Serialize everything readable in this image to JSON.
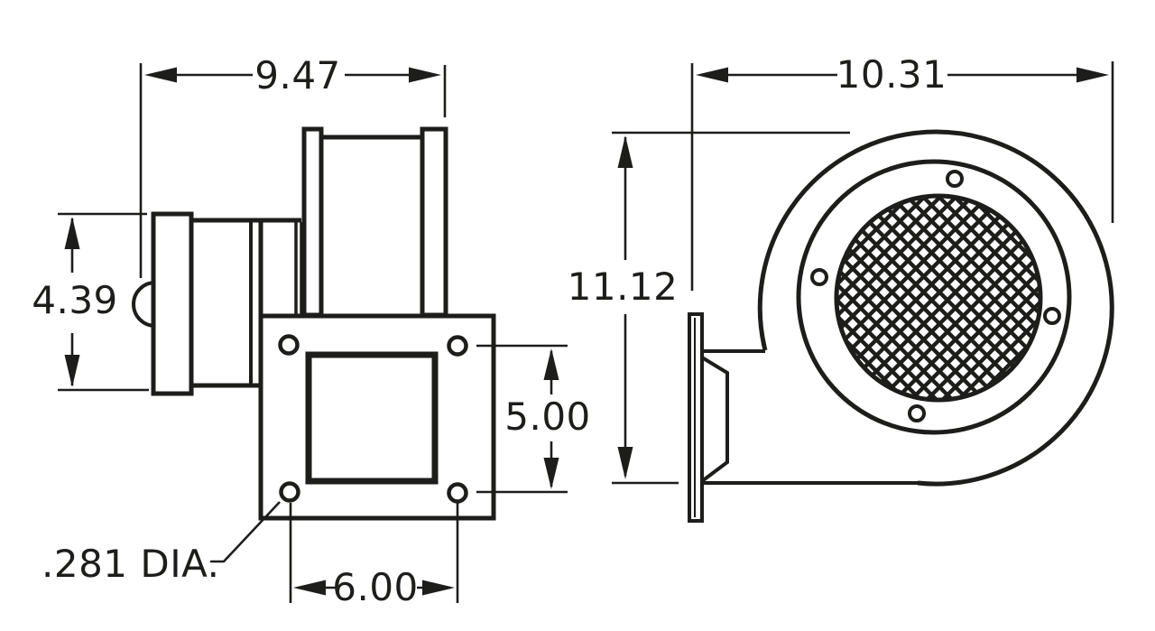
{
  "title": "Blower dimensional line drawing, side view and front view",
  "colors": {
    "ink": "#1d1d1b",
    "background": "#ffffff"
  },
  "views": {
    "side": {
      "name": "side view with motor and outlet flange",
      "labels": {
        "overall_width": "9.47",
        "motor_height": "4.39",
        "hole_spacing_vertical": "5.00",
        "hole_spacing_horizontal": "6.00",
        "hole_diameter": ".281 DIA."
      }
    },
    "front": {
      "name": "front view of scroll housing with inlet screen",
      "labels": {
        "overall_width": "10.31",
        "overall_height": "11.12"
      }
    }
  }
}
